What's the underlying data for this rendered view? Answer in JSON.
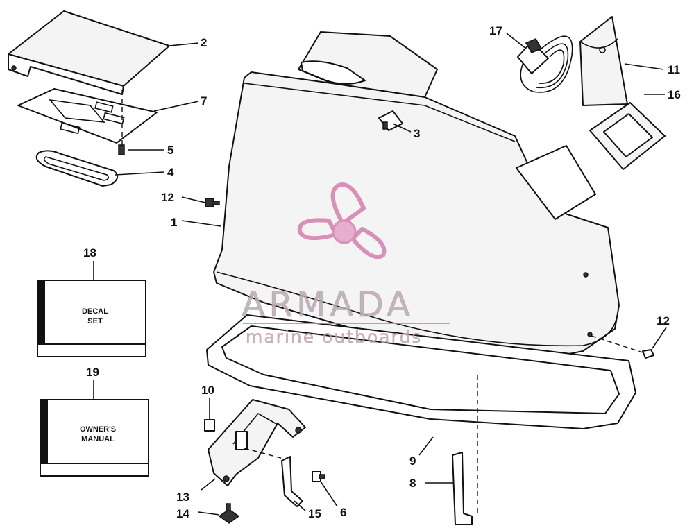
{
  "watermark": {
    "brand": "ARMADA",
    "tagline": "marine outboards",
    "color": "#d27fae"
  },
  "callouts": [
    "1",
    "2",
    "3",
    "4",
    "5",
    "6",
    "7",
    "8",
    "9",
    "10",
    "11",
    "12",
    "13",
    "14",
    "15",
    "16",
    "17",
    "18",
    "19"
  ],
  "boxes": {
    "decal": [
      "DECAL",
      "SET"
    ],
    "manual": [
      "OWNER'S",
      "MANUAL"
    ]
  }
}
